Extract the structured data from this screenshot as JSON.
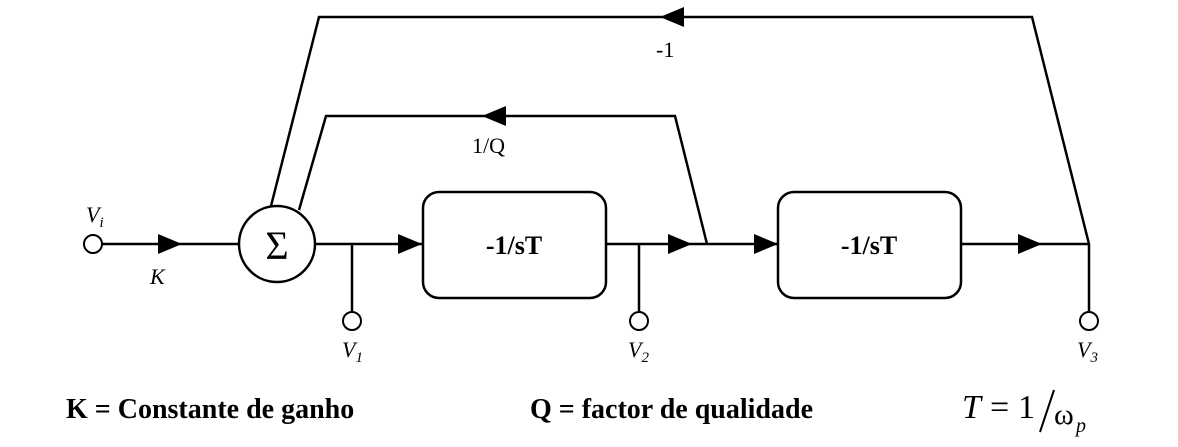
{
  "diagram": {
    "blocks": [
      {
        "label": "-1/sT"
      },
      {
        "label": "-1/sT"
      }
    ],
    "summer_symbol": "Σ",
    "gain_label": "K",
    "feedback_outer_label": "-1",
    "feedback_inner_label": "1/Q",
    "terminals": {
      "vi": {
        "main": "V",
        "sub": "i"
      },
      "v1": {
        "main": "V",
        "sub": "1"
      },
      "v2": {
        "main": "V",
        "sub": "2"
      },
      "v3": {
        "main": "V",
        "sub": "3"
      }
    },
    "legend": {
      "k_def": "K = Constante de ganho",
      "q_def": "Q = factor de qualidade",
      "t_lhs": "T",
      "t_eq": "=",
      "t_num": "1",
      "t_omega": "ω",
      "t_sub": "p"
    }
  }
}
